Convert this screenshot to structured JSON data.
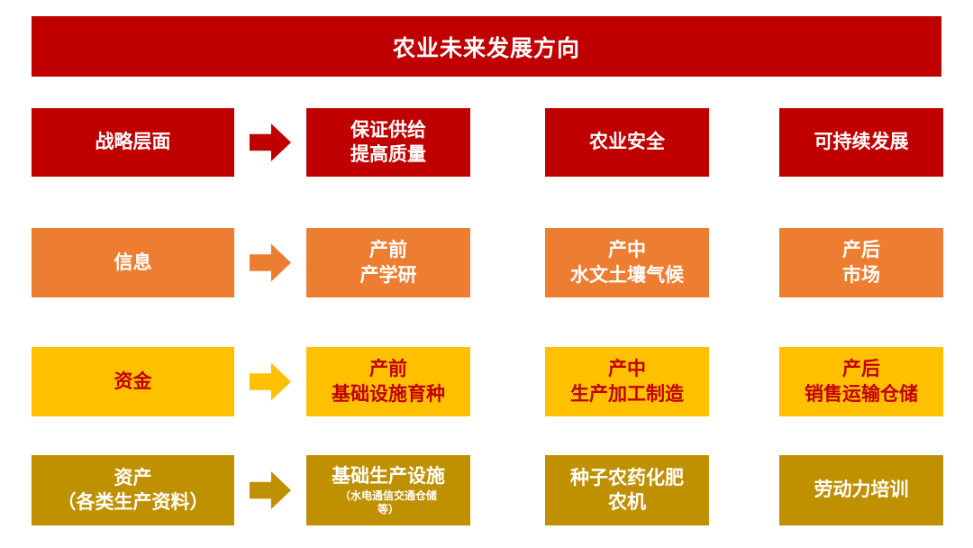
{
  "title": "农业未来发展方向",
  "colors": {
    "row_strategy": "#C00000",
    "row_information": "#ED7D31",
    "row_funds": "#FFC000",
    "row_assets": "#BF9000",
    "text_on_red": "#FFFFFF",
    "text_on_orange": "#FFFFFF",
    "text_on_yellow": "#C00000",
    "text_on_gold": "#FFFFFF",
    "background": "#FFFFFF"
  },
  "rows": [
    {
      "label": "战略层面",
      "boxes": [
        "保证供给\n提高质量",
        "农业安全",
        "可持续发展"
      ]
    },
    {
      "label": "信息",
      "boxes": [
        "产前\n产学研",
        "产中\n水文土壤气候",
        "产后\n市场"
      ]
    },
    {
      "label": "资金",
      "boxes": [
        "产前\n基础设施育种",
        "产中\n生产加工制造",
        "产后\n销售运输仓储"
      ]
    },
    {
      "label": "资产\n（各类生产资料）",
      "boxes": [
        {
          "text": "基础生产设施",
          "sub": "（水电通信交通仓储\n等）"
        },
        "种子农药化肥\n农机",
        "劳动力培训"
      ]
    }
  ]
}
